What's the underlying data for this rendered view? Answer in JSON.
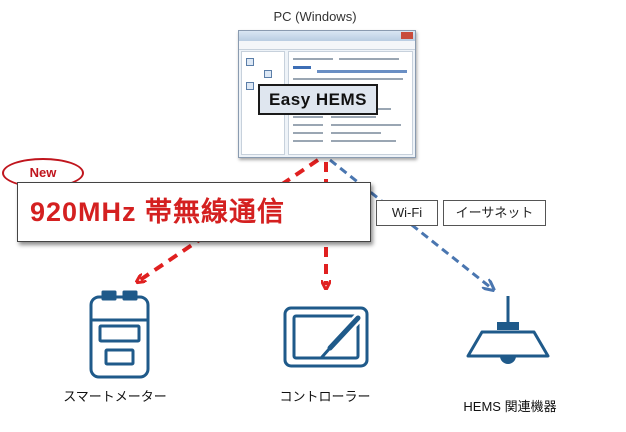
{
  "pc": {
    "label": "PC (Windows)",
    "app_name": "Easy HEMS"
  },
  "new_badge": "New",
  "radio_label": "920MHz 帯無線通信",
  "connections": {
    "wifi": "Wi-Fi",
    "ethernet": "イーサネット"
  },
  "devices": {
    "smart_meter": "スマートメーター",
    "controller": "コントローラー",
    "hems_devices": "HEMS 関連機器"
  },
  "colors": {
    "radio_arrow": "#e02020",
    "lan_arrow": "#4a76b0",
    "icon_blue": "#1f5a8a"
  }
}
